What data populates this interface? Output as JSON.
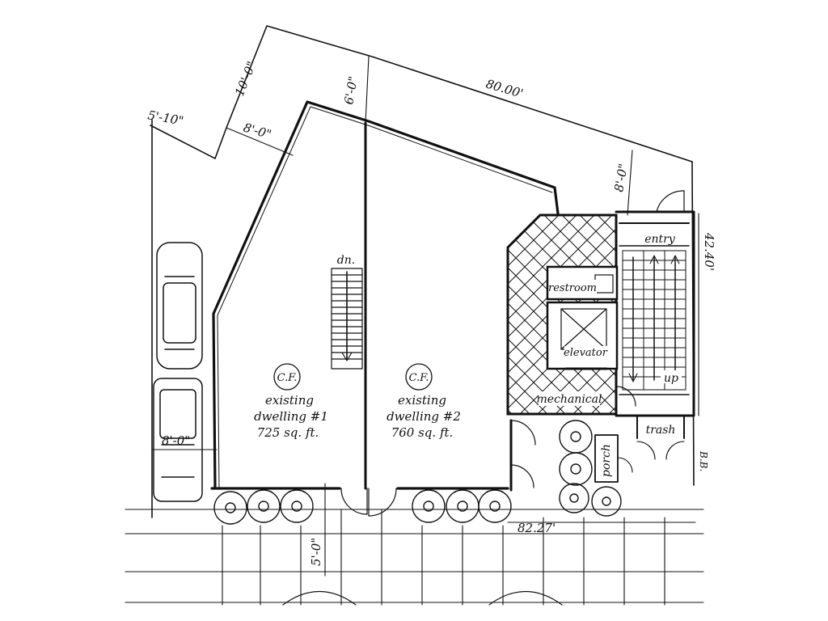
{
  "dimensions": {
    "d_5_10": "5'-10\"",
    "d_10_0": "10'-0\"",
    "d_8_0_top": "8'-0\"",
    "d_6_0": "6'-0\"",
    "d_80": "80.00'",
    "d_8_0_right": "8'-0\"",
    "d_42_40": "42.40'",
    "d_8_0_car": "8'-0\"",
    "d_5_0": "5'-0\"",
    "d_82_27": "82.27'",
    "bb": "B.B."
  },
  "dwelling1": {
    "badge": "C.F.",
    "line1": "existing",
    "line2": "dwelling #1",
    "area": "725 sq. ft."
  },
  "dwelling2": {
    "badge": "C.F.",
    "line1": "existing",
    "line2": "dwelling #2",
    "area": "760 sq. ft."
  },
  "rooms": {
    "dn": "dn.",
    "restroom": "restroom",
    "elevator": "elevator",
    "mechanical": "mechanical",
    "entry": "entry",
    "up": "up",
    "trash": "trash",
    "porch": "porch"
  }
}
